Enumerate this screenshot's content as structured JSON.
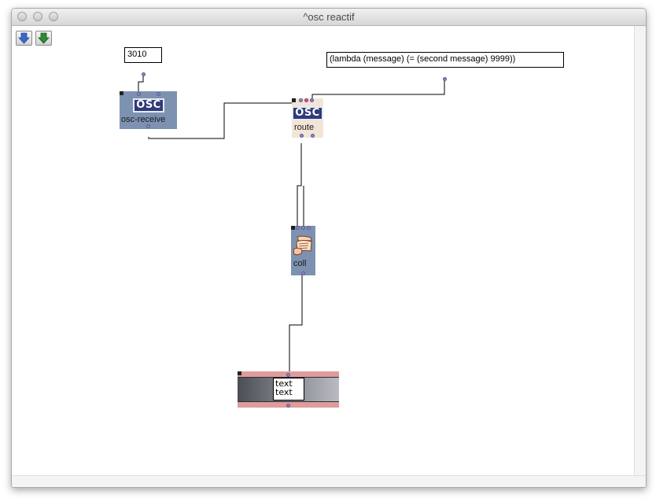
{
  "window": {
    "title": "^osc reactif"
  },
  "toolbar": {
    "buttons": [
      {
        "name": "move-down-button",
        "icon": "blue-down-arrow-icon",
        "color": "#3c68c4"
      },
      {
        "name": "move-forward-button",
        "icon": "green-down-arrow-icon",
        "color": "#2e8a33"
      }
    ]
  },
  "patch": {
    "port_number": "3010",
    "lambda_expr": "(lambda (message) (= (second message) 9999))",
    "osc_receive": {
      "badge": "OSC",
      "label": "osc-receive"
    },
    "route": {
      "badge": "OSC",
      "label": "route"
    },
    "coll": {
      "label": "coll",
      "icon": "scroll-hand-icon"
    },
    "text_display": {
      "lines": [
        "text",
        "text"
      ]
    }
  },
  "colors": {
    "osc_box": "#7d92b0",
    "route_box": "#f3e5d6",
    "coll_box": "#7d92b0",
    "text_box_border": "#e09b9b",
    "port": "#8b88c8"
  }
}
